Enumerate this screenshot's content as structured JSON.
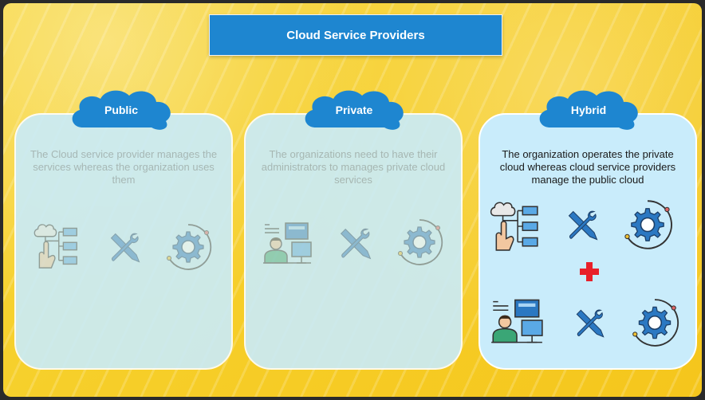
{
  "banner": {
    "title": "Cloud Service Providers"
  },
  "cards": [
    {
      "label": "Public",
      "description": "The Cloud service provider manages the services whereas the organization uses them"
    },
    {
      "label": "Private",
      "description": "The organizations need to have their administrators to manages private cloud services"
    },
    {
      "label": "Hybrid",
      "description": "The organization operates the private cloud whereas cloud service providers manage the public cloud"
    }
  ],
  "icons": {
    "network": "cloud-network-icon",
    "tools": "wrench-screwdriver-icon",
    "settings": "gear-icon",
    "admin": "administrator-computer-icon",
    "plus": "plus-icon"
  },
  "colors": {
    "background": "#f6cf2a",
    "banner": "#1e86d0",
    "cloud": "#1e86d0",
    "card": "#c9ecfb",
    "plus": "#e8202a"
  }
}
